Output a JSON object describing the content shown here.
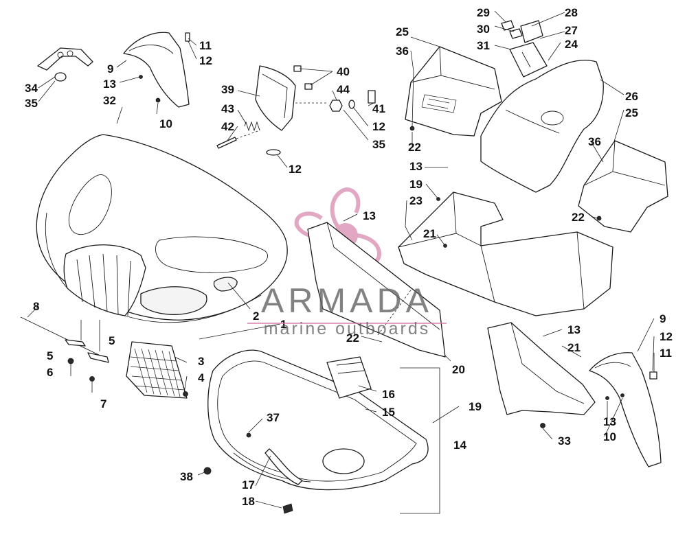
{
  "watermark": {
    "brand": "ARMADA",
    "tagline": "marine outboards",
    "logo_color": "#d98bb0",
    "text_color": "#5f5f5f"
  },
  "callouts": [
    {
      "id": "c34",
      "text": "34"
    },
    {
      "id": "c35a",
      "text": "35"
    },
    {
      "id": "c32",
      "text": "32"
    },
    {
      "id": "c9a",
      "text": "9"
    },
    {
      "id": "c13a",
      "text": "13"
    },
    {
      "id": "c10a",
      "text": "10"
    },
    {
      "id": "c11a",
      "text": "11"
    },
    {
      "id": "c12a",
      "text": "12"
    },
    {
      "id": "c39",
      "text": "39"
    },
    {
      "id": "c43",
      "text": "43"
    },
    {
      "id": "c42",
      "text": "42"
    },
    {
      "id": "c40",
      "text": "40"
    },
    {
      "id": "c44",
      "text": "44"
    },
    {
      "id": "c41",
      "text": "41"
    },
    {
      "id": "c12b",
      "text": "12"
    },
    {
      "id": "c35b",
      "text": "35"
    },
    {
      "id": "c12c",
      "text": "12"
    },
    {
      "id": "c25a",
      "text": "25"
    },
    {
      "id": "c36a",
      "text": "36"
    },
    {
      "id": "c22a",
      "text": "22"
    },
    {
      "id": "c29",
      "text": "29"
    },
    {
      "id": "c30",
      "text": "30"
    },
    {
      "id": "c31",
      "text": "31"
    },
    {
      "id": "c28",
      "text": "28"
    },
    {
      "id": "c27",
      "text": "27"
    },
    {
      "id": "c24",
      "text": "24"
    },
    {
      "id": "c26",
      "text": "26"
    },
    {
      "id": "c25b",
      "text": "25"
    },
    {
      "id": "c36b",
      "text": "36"
    },
    {
      "id": "c22b",
      "text": "22"
    },
    {
      "id": "c13b",
      "text": "13"
    },
    {
      "id": "c19a",
      "text": "19"
    },
    {
      "id": "c23",
      "text": "23"
    },
    {
      "id": "c21a",
      "text": "21"
    },
    {
      "id": "c13c",
      "text": "13"
    },
    {
      "id": "c2",
      "text": "2"
    },
    {
      "id": "c1",
      "text": "1"
    },
    {
      "id": "c8",
      "text": "8"
    },
    {
      "id": "c5a",
      "text": "5"
    },
    {
      "id": "c5b",
      "text": "5"
    },
    {
      "id": "c6",
      "text": "6"
    },
    {
      "id": "c7",
      "text": "7"
    },
    {
      "id": "c3",
      "text": "3"
    },
    {
      "id": "c4",
      "text": "4"
    },
    {
      "id": "c22c",
      "text": "22"
    },
    {
      "id": "c20",
      "text": "20"
    },
    {
      "id": "c16",
      "text": "16"
    },
    {
      "id": "c15",
      "text": "15"
    },
    {
      "id": "c19b",
      "text": "19"
    },
    {
      "id": "c14",
      "text": "14"
    },
    {
      "id": "c37",
      "text": "37"
    },
    {
      "id": "c38",
      "text": "38"
    },
    {
      "id": "c17",
      "text": "17"
    },
    {
      "id": "c18",
      "text": "18"
    },
    {
      "id": "c13d",
      "text": "13"
    },
    {
      "id": "c21b",
      "text": "21"
    },
    {
      "id": "c33",
      "text": "33"
    },
    {
      "id": "c9b",
      "text": "9"
    },
    {
      "id": "c12d",
      "text": "12"
    },
    {
      "id": "c11b",
      "text": "11"
    },
    {
      "id": "c13e",
      "text": "13"
    },
    {
      "id": "c10b",
      "text": "10"
    }
  ]
}
